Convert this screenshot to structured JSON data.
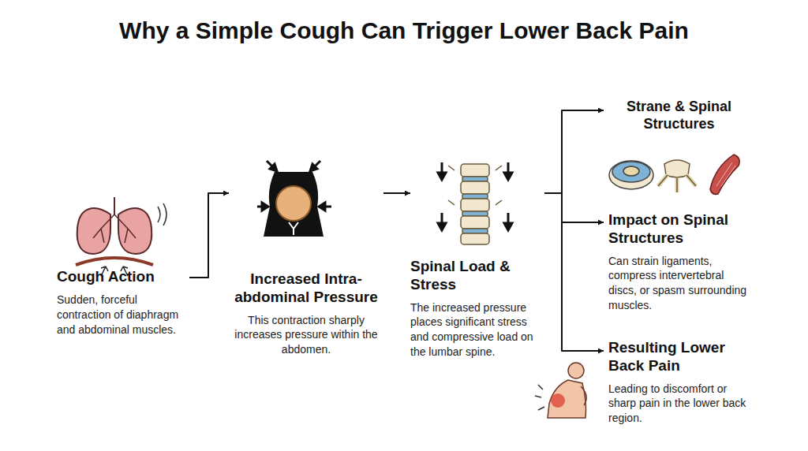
{
  "diagram": {
    "title": "Why a Simple Cough Can Trigger Lower Back Pain",
    "nodes": [
      {
        "text": [
          "Cough Action",
          "Sudden, forceful contraction of diaphragm and abdominal muscles."
        ]
      },
      {
        "text": [
          "Increased Intra- abdominal Pressure",
          "This contraction sharply increases pressure within the abdomen."
        ]
      },
      {
        "text": [
          "Spinal Load & Stress",
          "The increased pressure places significant stress and compressive load on the lumbar spine."
        ]
      },
      {
        "text": [
          "Strane & Spinal Structures"
        ]
      },
      {
        "text": [
          "Impact on Spinal Structures",
          "Can strain ligaments, compress intervertebral discs, or spasm surrounding muscles."
        ]
      },
      {
        "text": [
          "Resulting Lower Back Pain",
          "Leading to discomfort or sharp pain in the lower back region."
        ]
      }
    ],
    "edges": [
      {
        "from": 0,
        "to": 1,
        "arrow": "to"
      },
      {
        "from": 1,
        "to": 2,
        "arrow": "to"
      },
      {
        "from": 2,
        "to": 3,
        "arrow": "to"
      },
      {
        "from": 2,
        "to": 4,
        "arrow": "to"
      },
      {
        "from": 2,
        "to": 5,
        "arrow": "to"
      }
    ]
  }
}
